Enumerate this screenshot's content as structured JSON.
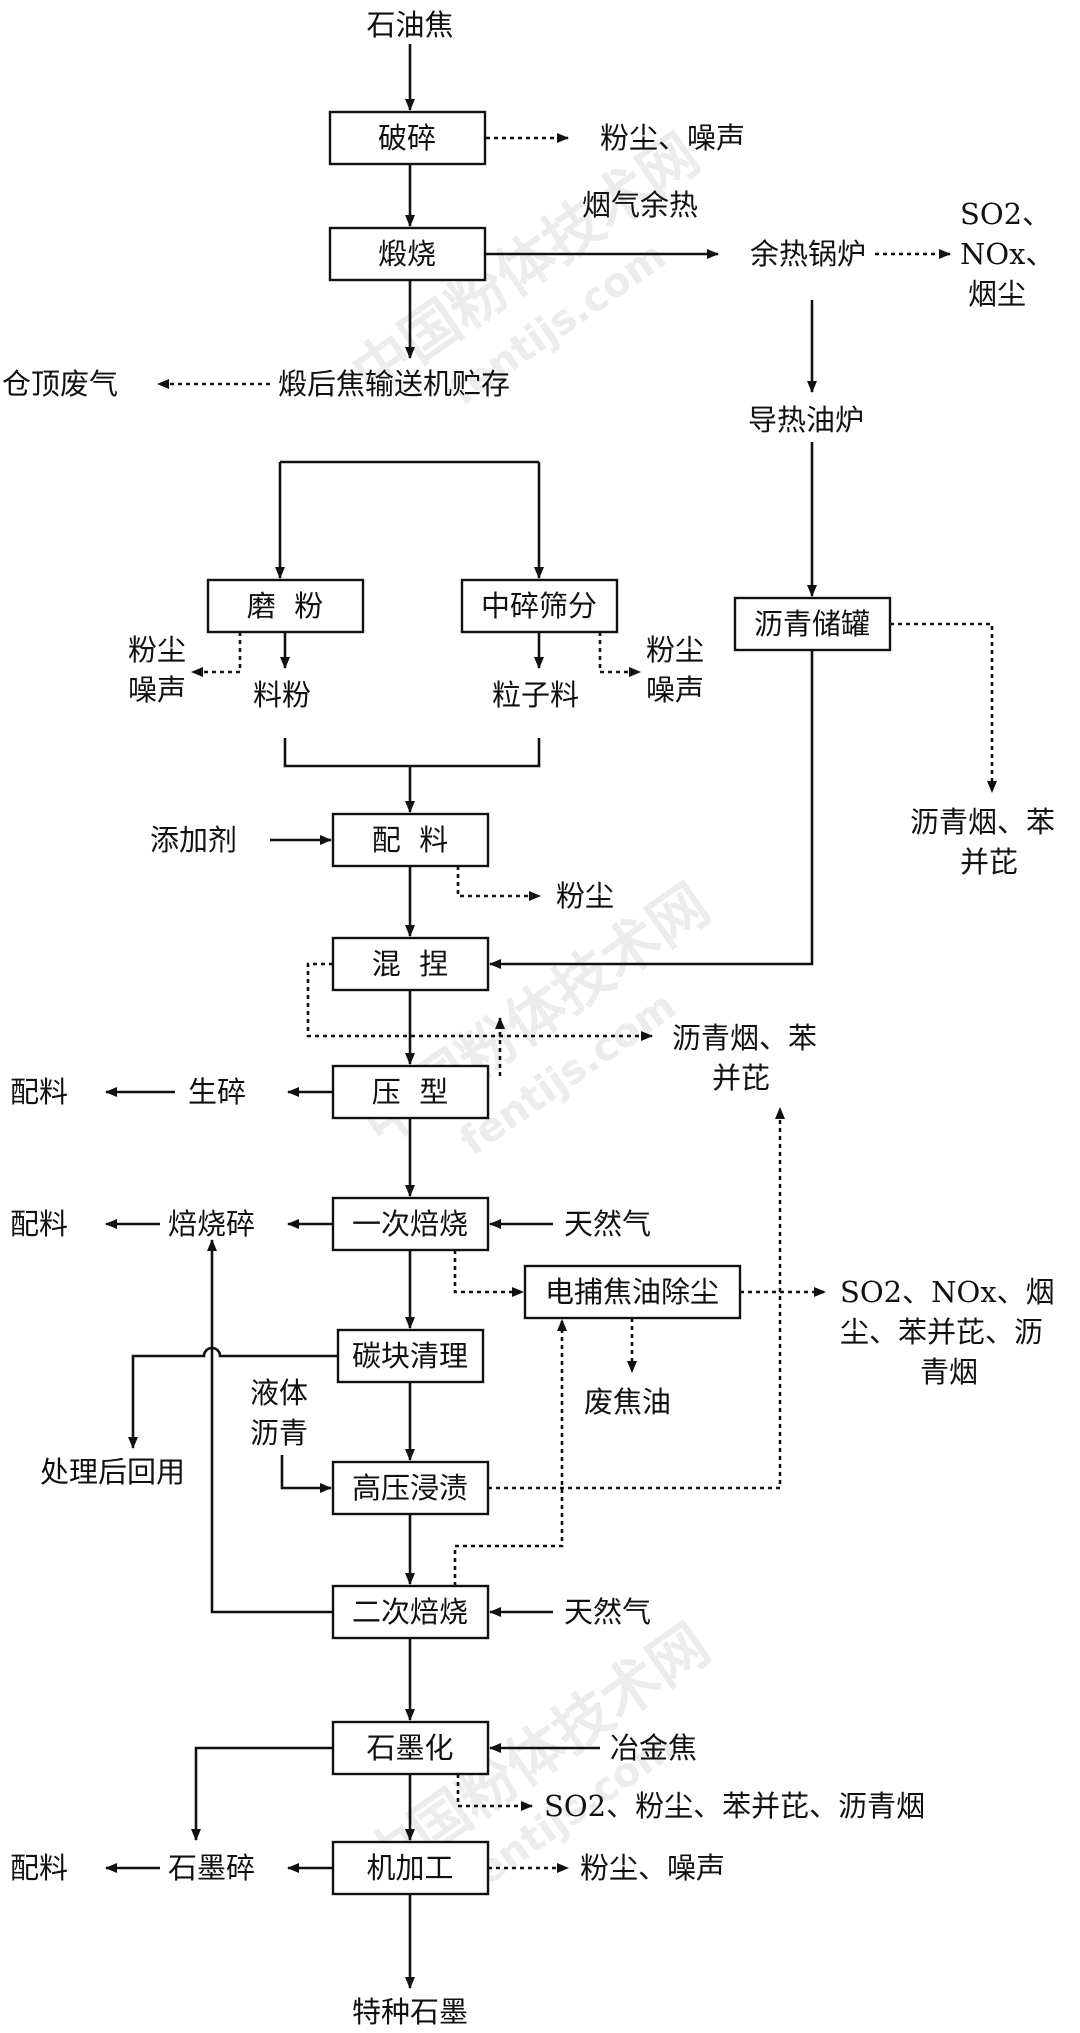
{
  "watermark": {
    "main": "中国粉体技术网",
    "sub": "fentijs.com"
  },
  "labels": {
    "petroleum_coke": "石油焦",
    "crush_dust": "粉尘、噪声",
    "flue_heat": "烟气余热",
    "waste_heat_boiler": "余热锅炉",
    "boiler_emissions_1": "SO2、",
    "boiler_emissions_2": "NOx、",
    "boiler_emissions_3": "烟尘",
    "calcined_storage": "煅后焦输送机贮存",
    "silo_exhaust": "仓顶废气",
    "thermal_oil_furnace": "导热油炉",
    "grind_emissions_1": "粉尘",
    "grind_emissions_2": "噪声",
    "powder": "料粉",
    "granules": "粒子料",
    "screen_emissions_1": "粉尘",
    "screen_emissions_2": "噪声",
    "pitch_tank_emissions_1": "沥青烟、苯",
    "pitch_tank_emissions_2": "并芘",
    "additive": "添加剂",
    "batch_dust": "粉尘",
    "kneading_emissions_1": "沥青烟、苯",
    "kneading_emissions_2": "并芘",
    "green_scrap_reuse": "配料",
    "green_scrap": "生碎",
    "baked_scrap_reuse": "配料",
    "baked_scrap": "焙烧碎",
    "natural_gas_1": "天然气",
    "tar_emissions_1": "SO2、NOx、烟",
    "tar_emissions_2": "尘、苯并芘、沥",
    "tar_emissions_3": "青烟",
    "waste_tar": "废焦油",
    "liquid_pitch_1": "液体",
    "liquid_pitch_2": "沥青",
    "treated_reuse": "处理后回用",
    "natural_gas_2": "天然气",
    "metallurgical_coke": "冶金焦",
    "graphitization_emissions": "SO2、粉尘、苯并芘、沥青烟",
    "graphite_scrap_reuse": "配料",
    "graphite_scrap": "石墨碎",
    "machining_emissions": "粉尘、噪声",
    "special_graphite": "特种石墨"
  },
  "boxes": {
    "crushing": "破碎",
    "calcining": "煅烧",
    "grinding": "磨  粉",
    "medium_crush_screen": "中碎筛分",
    "pitch_tank": "沥青储罐",
    "batching": "配  料",
    "kneading": "混  捏",
    "pressing": "压  型",
    "first_baking": "一次焙烧",
    "tar_precipitator": "电捕焦油除尘",
    "block_cleaning": "碳块清理",
    "impregnation": "高压浸渍",
    "second_baking": "二次焙烧",
    "graphitization": "石墨化",
    "machining": "机加工"
  }
}
